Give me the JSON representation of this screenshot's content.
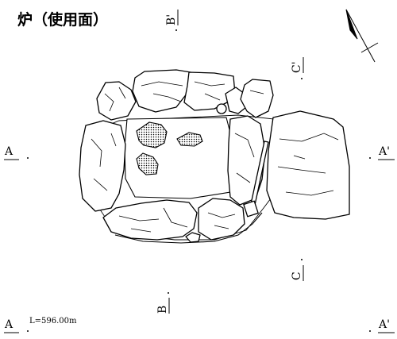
{
  "title": "炉（使用面）",
  "level_label": "L=596.00m",
  "sections": {
    "A": "A",
    "A_prime": "A'",
    "B": "B",
    "B_prime": "B'",
    "C": "C",
    "C_prime": "C'"
  },
  "ink_color": "#000000",
  "background_color": "#ffffff",
  "icons": [
    "north-arrow-icon"
  ]
}
